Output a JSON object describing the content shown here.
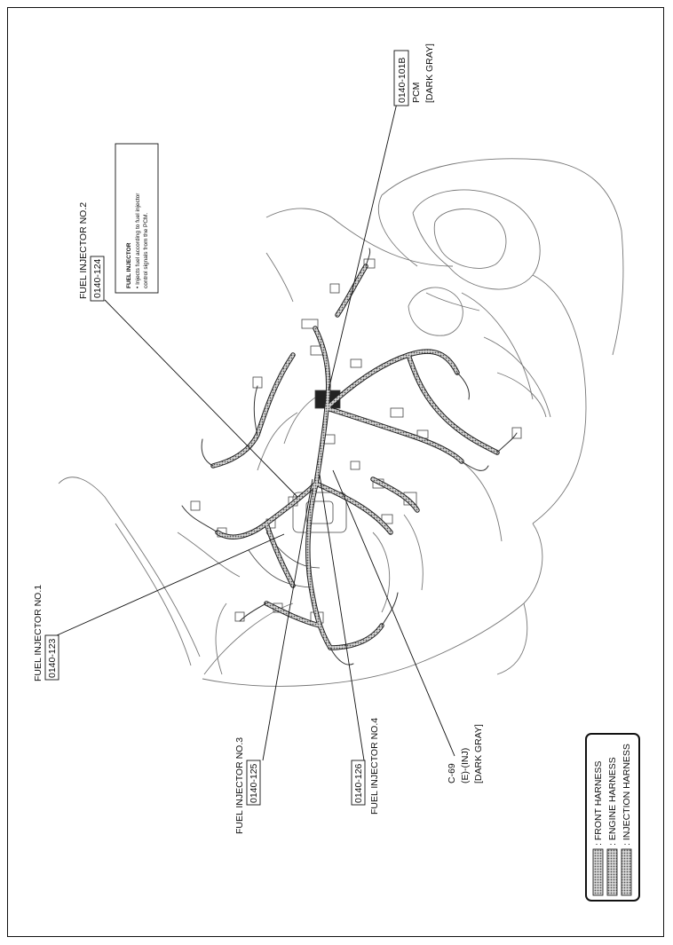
{
  "callouts": {
    "pcm": {
      "code": "0140-101B",
      "line1": "PCM",
      "line2": "[DARK GRAY]"
    },
    "inj2": {
      "title": "FUEL INJECTOR NO.2",
      "code": "0140-124"
    },
    "inj1": {
      "title": "FUEL INJECTOR NO.1",
      "code": "0140-123"
    },
    "inj3": {
      "title": "FUEL INJECTOR NO.3",
      "code": "0140-125"
    },
    "inj4": {
      "title": "FUEL INJECTOR NO.4",
      "code": "0140-126"
    },
    "c69": {
      "line1": "C-69",
      "line2": "(E)-(INJ)",
      "line3": "[DARK GRAY]"
    }
  },
  "info_box": {
    "heading": "FUEL INJECTOR",
    "line1": "• Injects fuel according to fuel injector",
    "line2": "control signals from the PCM."
  },
  "legend": {
    "items": [
      {
        "label": ": FRONT HARNESS"
      },
      {
        "label": ": ENGINE HARNESS"
      },
      {
        "label": ": INJECTION HARNESS"
      }
    ]
  }
}
